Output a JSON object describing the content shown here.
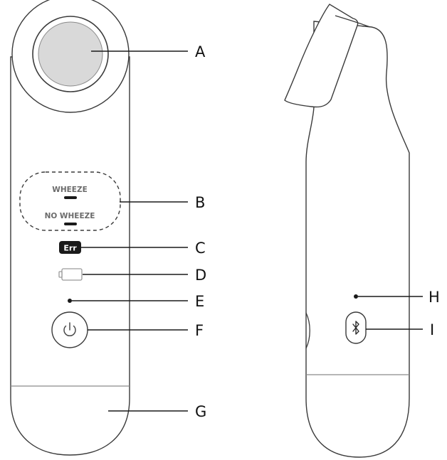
{
  "indicators": {
    "wheeze": "WHEEZE",
    "no_wheeze": "NO WHEEZE",
    "error": "Err"
  },
  "callouts": {
    "a": "A",
    "b": "B",
    "c": "C",
    "d": "D",
    "e": "E",
    "f": "F",
    "g": "G",
    "h": "H",
    "i": "I"
  },
  "icons": {
    "power": "power-icon",
    "battery": "battery-icon",
    "bluetooth": "bluetooth-icon"
  }
}
